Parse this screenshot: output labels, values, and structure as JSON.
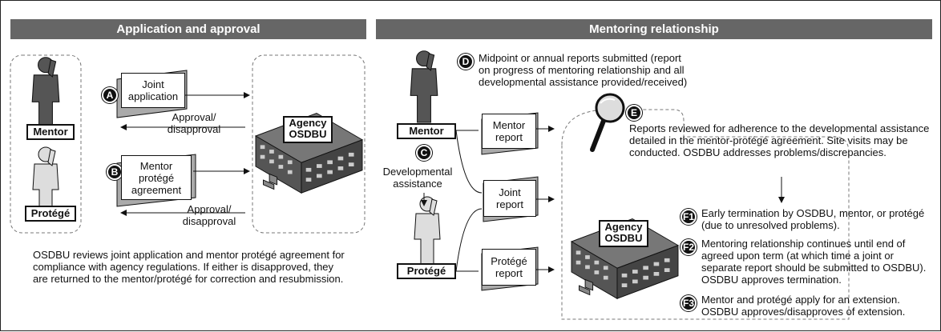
{
  "left_panel": {
    "header": "Application and approval",
    "mentor_label": "Mentor",
    "protege_label": "Protégé",
    "step_a": {
      "badge": "A",
      "card": "Joint application"
    },
    "step_b": {
      "badge": "B",
      "card": "Mentor protégé agreement"
    },
    "approval_1": "Approval/ disapproval",
    "approval_2": "Approval/ disapproval",
    "agency_label_line1": "Agency",
    "agency_label_line2": "OSDBU",
    "description": "OSDBU reviews joint application and mentor protégé agreement for compliance with agency regulations. If either is disapproved, they are returned to the mentor/protégé for correction and resubmission."
  },
  "right_panel": {
    "header": "Mentoring relationship",
    "step_d": {
      "badge": "D",
      "text": "Midpoint or annual reports submitted (report on progress of mentoring relationship and all developmental assistance provided/received)"
    },
    "mentor_label": "Mentor",
    "protege_label": "Protégé",
    "step_c": {
      "badge": "C",
      "text": "Developmental assistance"
    },
    "mentor_report": "Mentor report",
    "joint_report": "Joint report",
    "protege_report": "Protégé report",
    "step_e": {
      "badge": "E",
      "text": "Reports reviewed for adherence to the developmental assistance detailed in the mentor-protégé agreement. Site visits may be conducted. OSDBU addresses problems/discrepancies."
    },
    "agency_label_line1": "Agency",
    "agency_label_line2": "OSDBU",
    "step_f1": {
      "badge": "F1",
      "text": "Early termination by OSDBU, mentor, or protégé (due to unresolved problems)."
    },
    "step_f2": {
      "badge": "F2",
      "text": "Mentoring relationship continues until end of agreed upon term (at which time a joint or separate report should be submitted to OSDBU). OSDBU approves termination."
    },
    "step_f3": {
      "badge": "F3",
      "text": "Mentor and protégé apply for an extension. OSDBU approves/disapproves of extension."
    }
  },
  "colors": {
    "header_bg": "#666666",
    "figure_dark": "#555555",
    "figure_light": "#dddddd",
    "building": "#555555",
    "card_shadow": "#aaaaaa"
  },
  "icons": [
    "person-dark-icon",
    "person-light-icon",
    "building-icon",
    "magnifier-icon"
  ]
}
